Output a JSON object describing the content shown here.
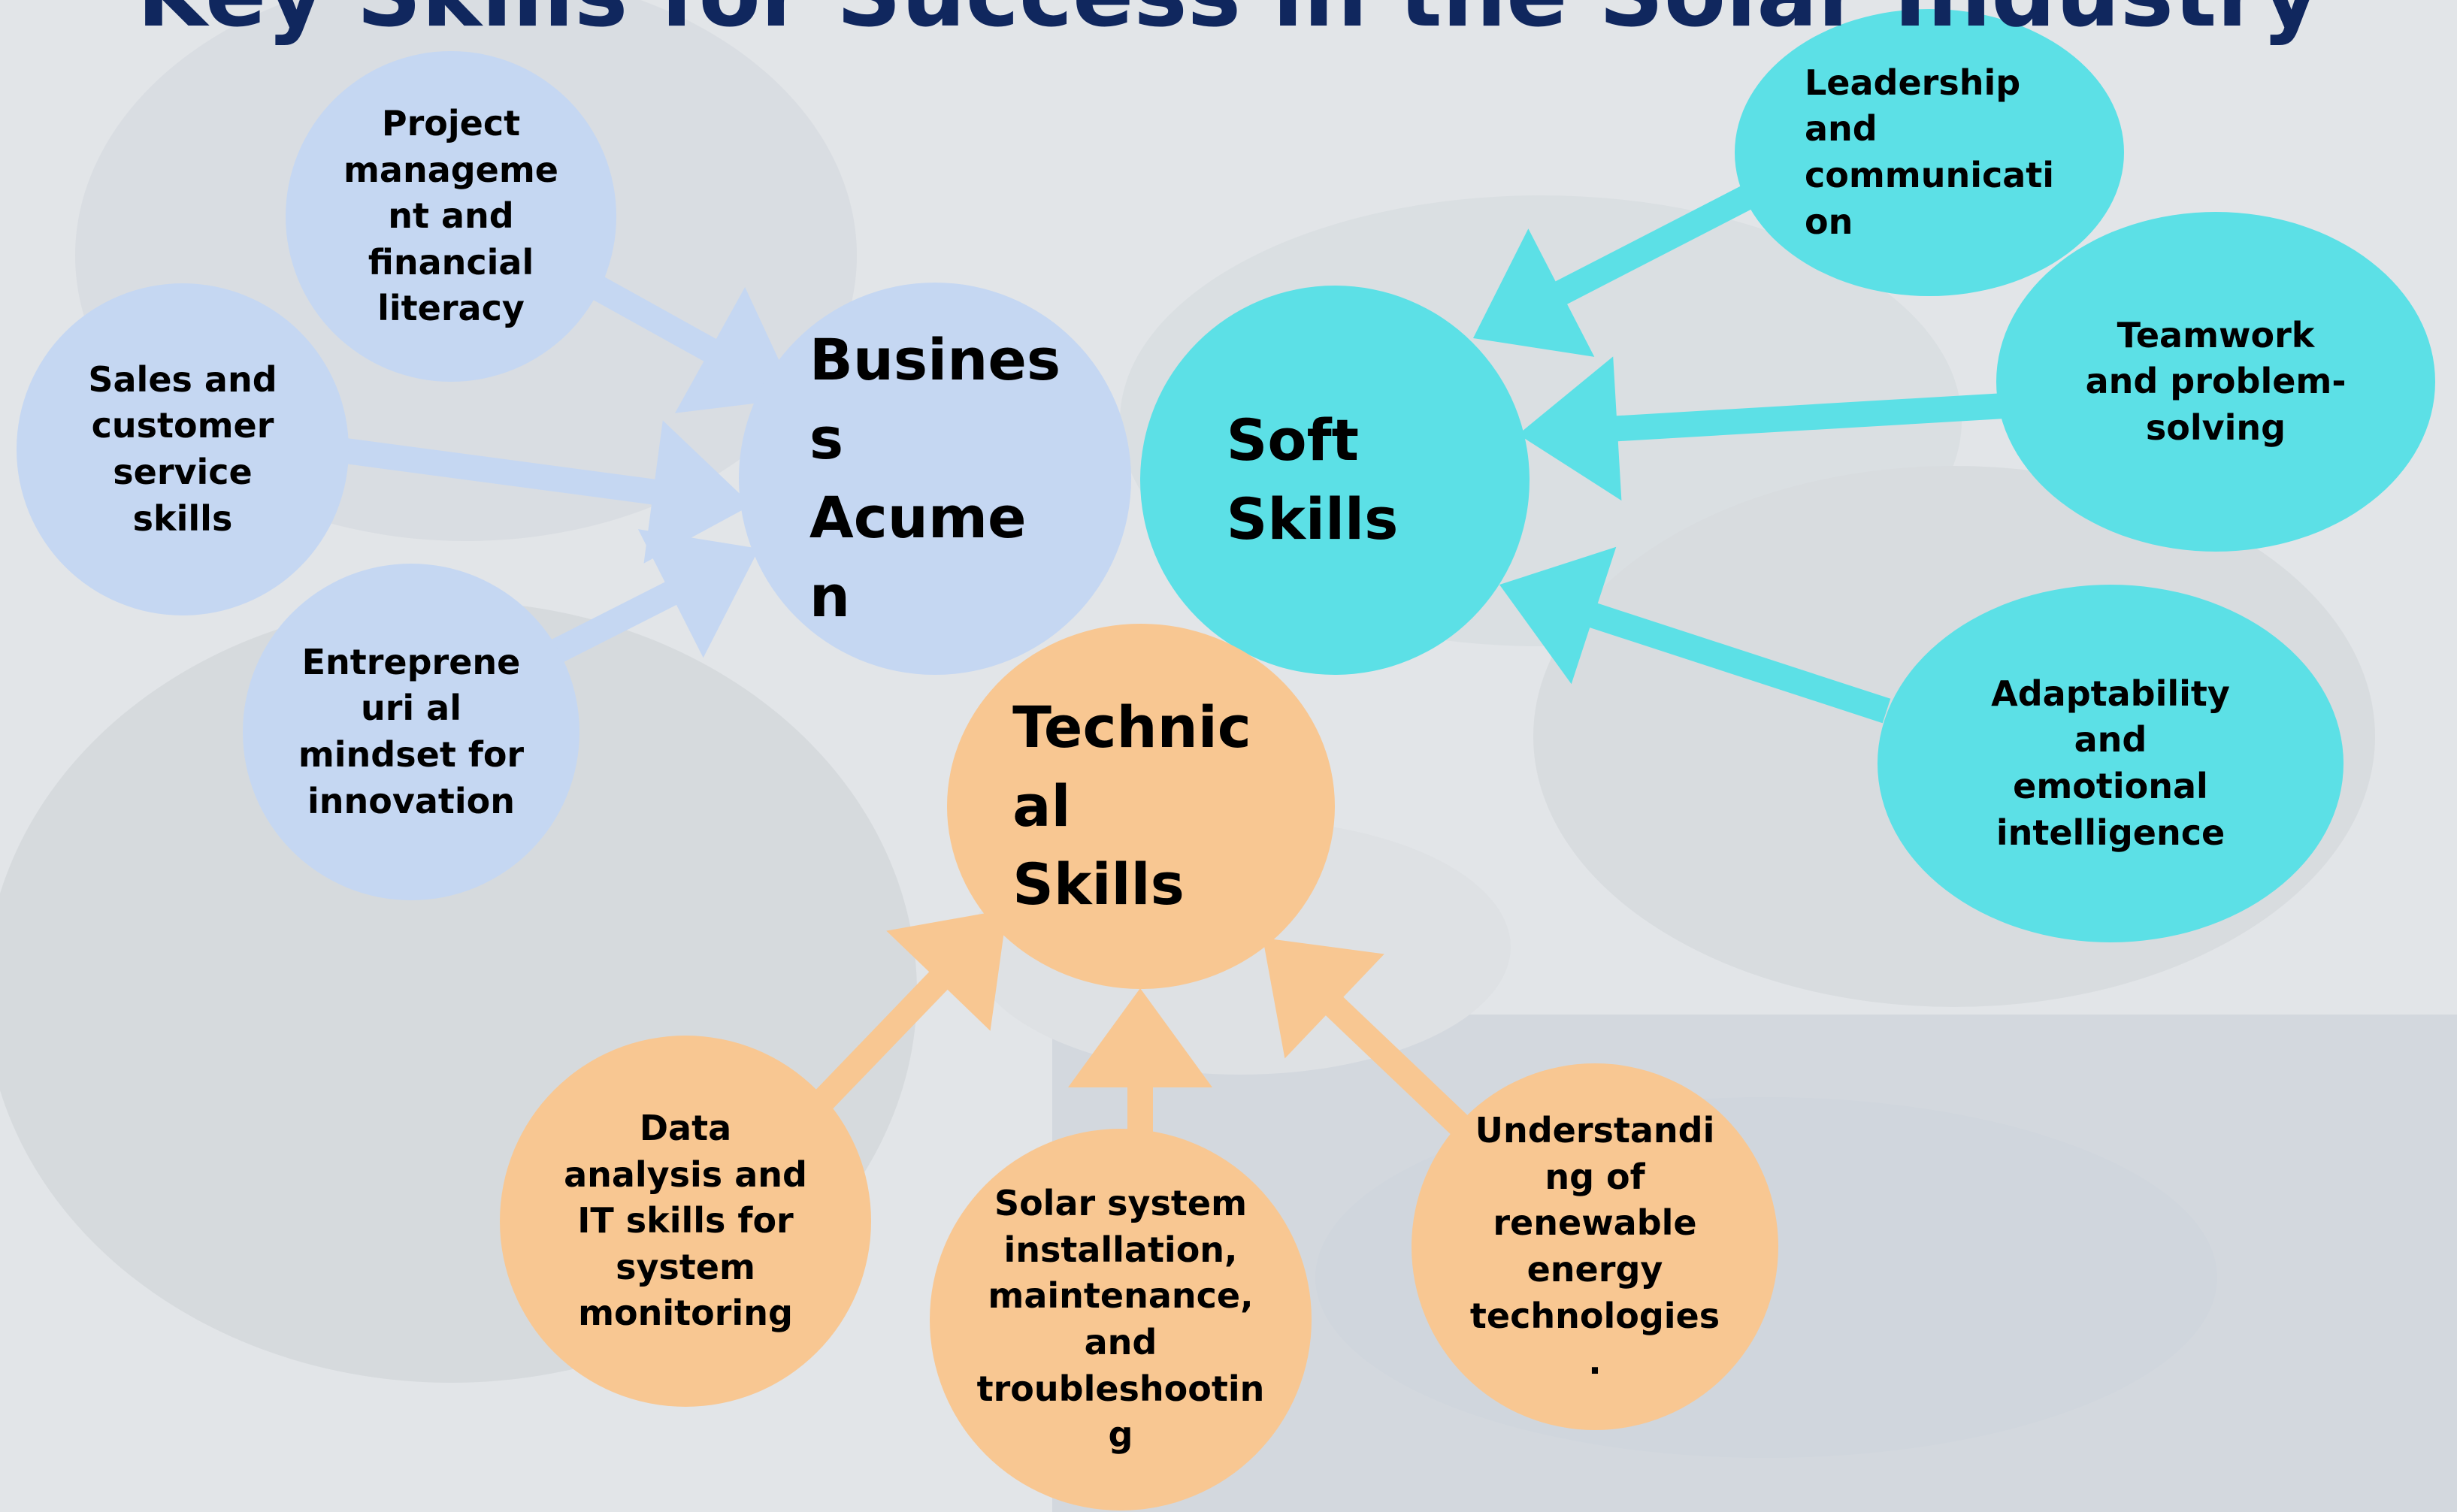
{
  "title": "Key Skills for Success in the Solar Industry",
  "colors": {
    "business": "#c5d7f2",
    "soft": "#5ce0e6",
    "technical": "#f8c792",
    "title": "#10275e"
  },
  "hubs": {
    "business": "Busines\ns\nAcume\nn",
    "soft": "Soft\nSkills",
    "technical": "Technic\nal\nSkills"
  },
  "business_skills": {
    "project": "Project\nmanageme\nnt and\nfinancial\nliteracy",
    "sales": "Sales and\ncustomer\nservice\nskills",
    "entrepreneurial": "Entreprene\nuri al\nmindset for\ninnovation"
  },
  "soft_skills": {
    "leadership": "Leadership\nand\ncommunicati\non",
    "teamwork": "Teamwork\nand problem-\nsolving",
    "adaptability": "Adaptability\nand\nemotional\nintelligence"
  },
  "technical_skills": {
    "data": "Data\nanalysis and\nIT skills for\nsystem\nmonitoring",
    "solar": "Solar system\ninstallation,\nmaintenance,\nand\ntroubleshootin\ng",
    "renewable": "Understandi\nng of\nrenewable\nenergy\ntechnologies\n."
  }
}
